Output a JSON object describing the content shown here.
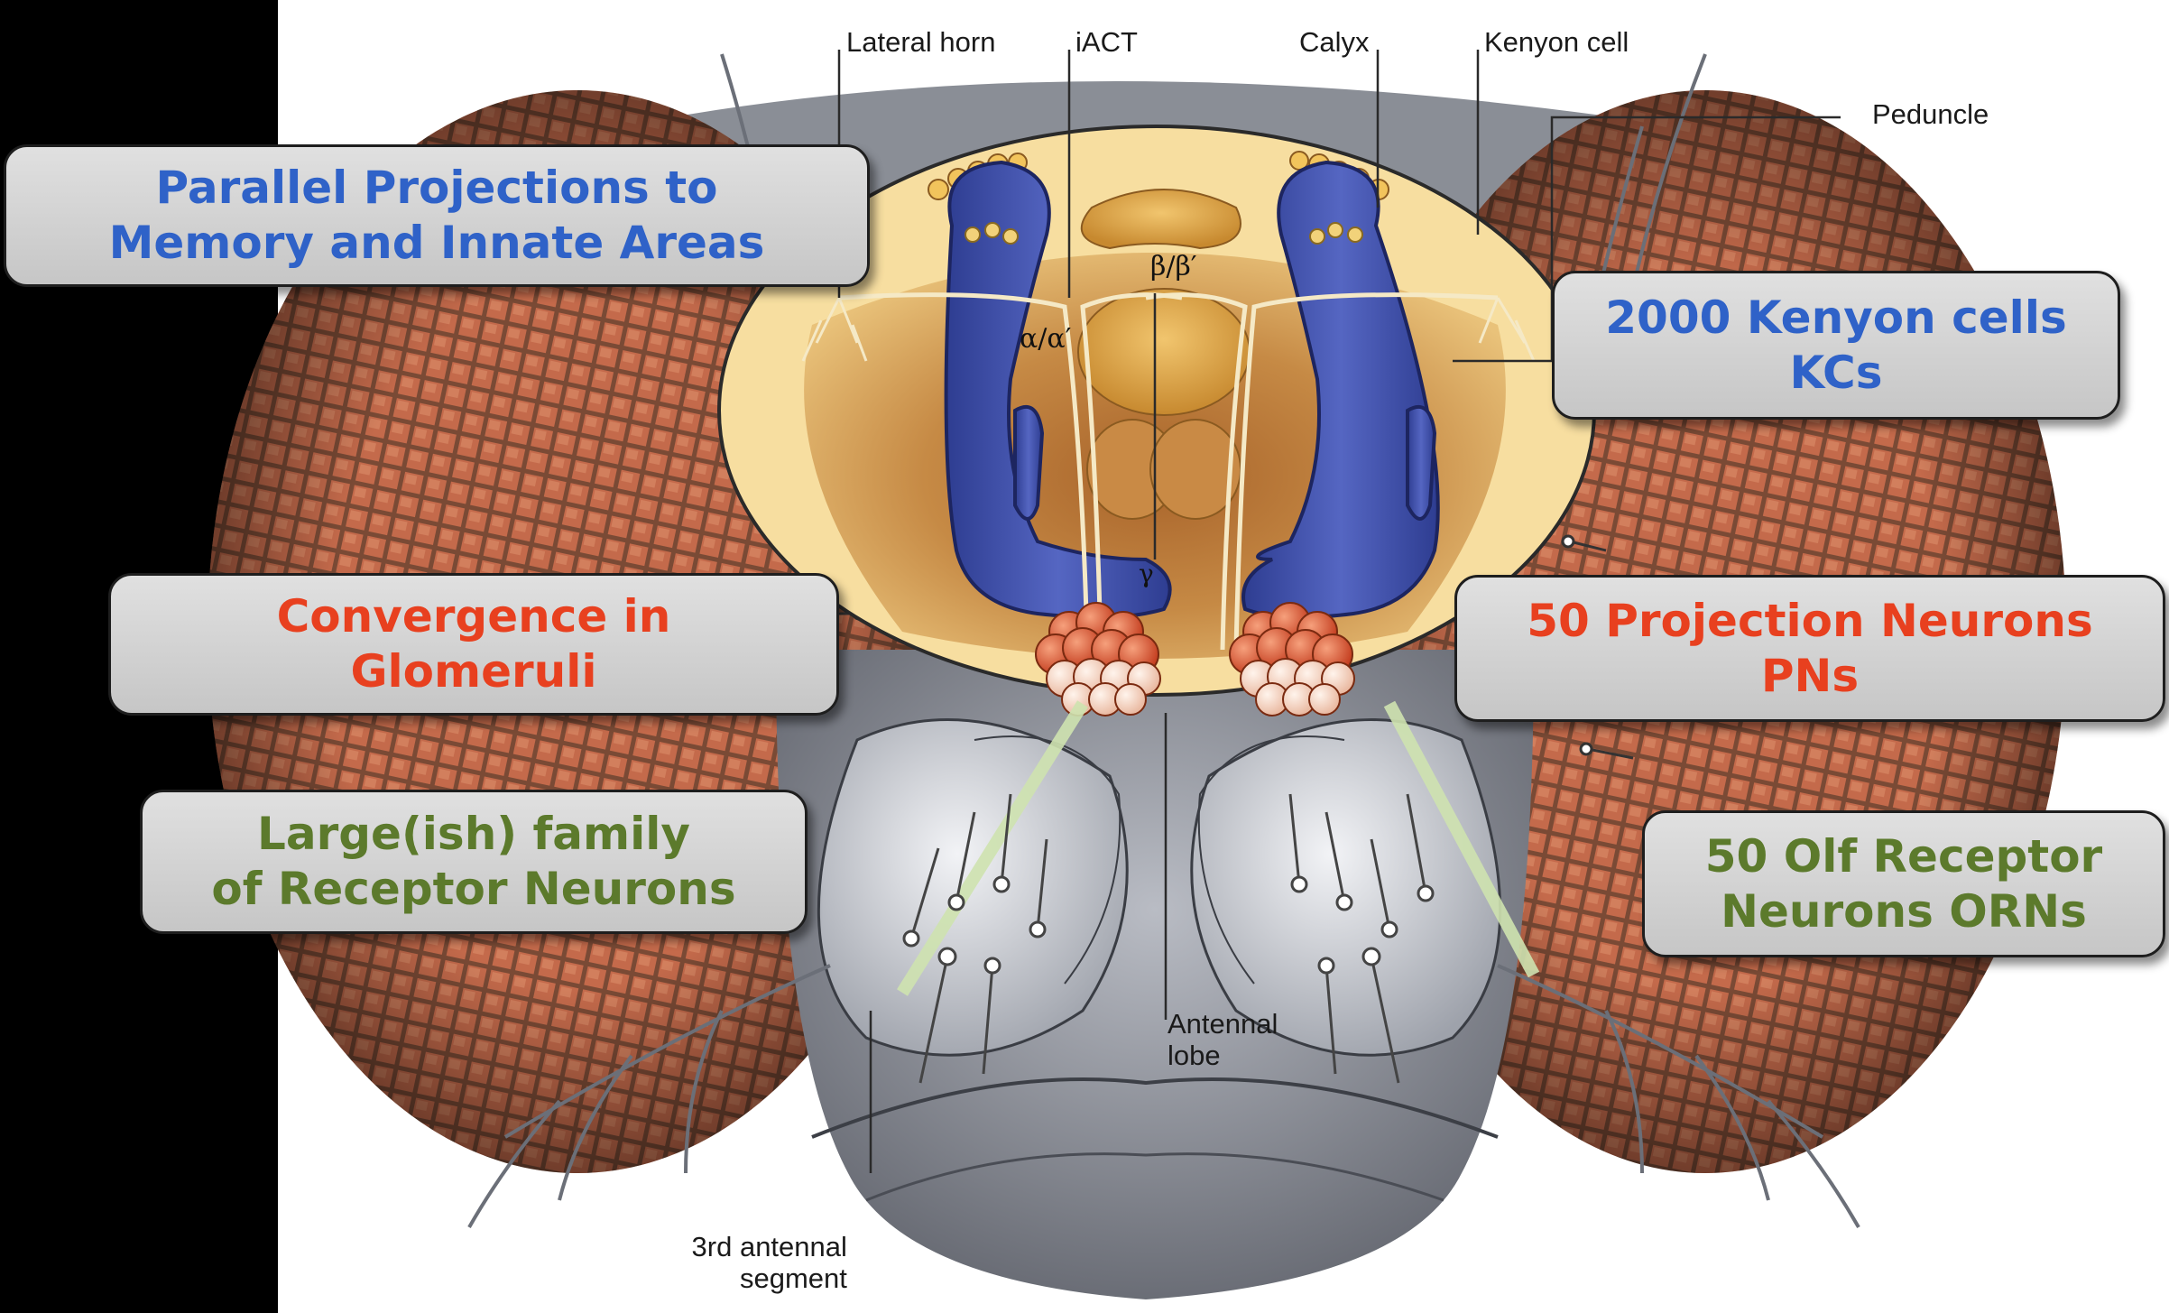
{
  "labels": {
    "lateral_horn": "Lateral horn",
    "iact": "iACT",
    "calyx": "Calyx",
    "kenyon_cell": "Kenyon cell",
    "peduncle": "Peduncle",
    "alpha": "α/α′",
    "beta": "β/β′",
    "gamma": "γ",
    "antennal_lobe_1": "Antennal",
    "antennal_lobe_2": "lobe",
    "third_segment_1": "3rd antennal",
    "third_segment_2": "segment"
  },
  "callouts": {
    "parallel": {
      "line1": "Parallel Projections to",
      "line2": "Memory and Innate Areas",
      "color": "#2f62c8"
    },
    "kenyon": {
      "line1": "2000 Kenyon cells",
      "line2": "KCs",
      "color": "#2f62c8"
    },
    "convergence": {
      "line1": "Convergence in",
      "line2": "Glomeruli",
      "color": "#e8401f"
    },
    "projection": {
      "line1": "50 Projection Neurons",
      "line2": "PNs",
      "color": "#e8401f"
    },
    "large_family": {
      "line1": "Large(ish) family",
      "line2": "of Receptor Neurons",
      "color": "#5c7a2c"
    },
    "olf_receptor": {
      "line1": "50 Olf Receptor",
      "line2": "Neurons ORNs",
      "color": "#5c7a2c"
    }
  }
}
